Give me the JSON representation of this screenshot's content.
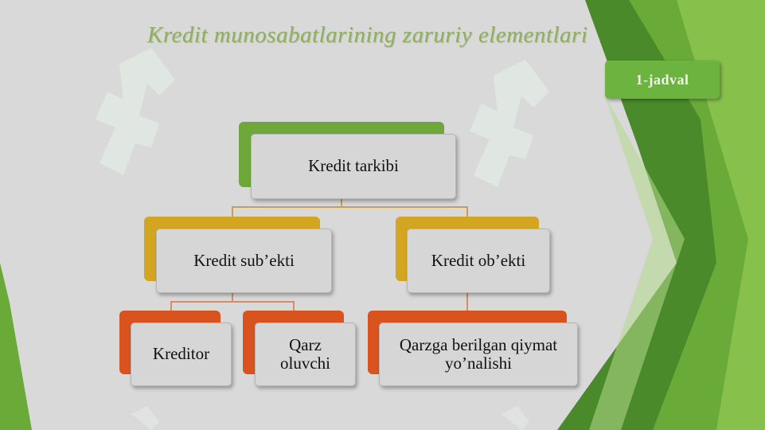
{
  "slide": {
    "title": "Kredit munosabatlarining zaruriy elementlari",
    "badge": "1-jadval"
  },
  "tree": {
    "root": "Kredit tarkibi",
    "left": "Kredit sub’ekti",
    "right": "Kredit ob’ekti",
    "leaf_left_1": "Kreditor",
    "leaf_left_2": "Qarz oluvchi",
    "leaf_right": "Qarzga berilgan qiymat yo’nalishi"
  },
  "colors": {
    "background": "#d9d9d9",
    "root_accent": "#6fa83a",
    "level2_accent": "#d4a520",
    "level3_accent": "#d9531e",
    "badge": "#6db33f",
    "title": "#8fb05a"
  }
}
